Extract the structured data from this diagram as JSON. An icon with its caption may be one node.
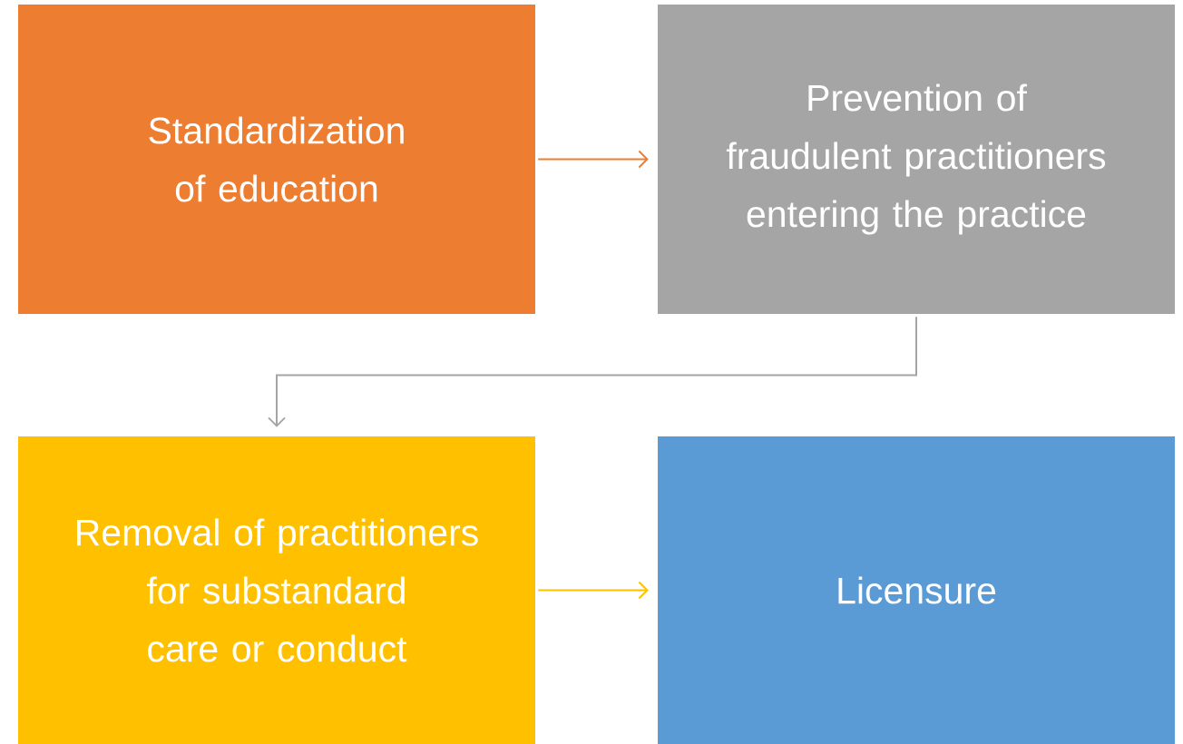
{
  "diagram": {
    "nodes": [
      {
        "text": [
          "Standardization of education"
        ]
      },
      {
        "text": [
          "Prevention of fraudulent practitioners entering the practice"
        ]
      },
      {
        "text": [
          "Removal of practitioners for substandard care or conduct"
        ]
      },
      {
        "text": [
          "Licensure"
        ]
      }
    ],
    "edges": [
      {
        "from": 0,
        "to": 1,
        "arrow": "to",
        "color": "#ed7d31"
      },
      {
        "from": 1,
        "to": 2,
        "arrow": "to",
        "color": "#a5a5a5"
      },
      {
        "from": 2,
        "to": 3,
        "arrow": "to",
        "color": "#ffc000"
      }
    ]
  }
}
